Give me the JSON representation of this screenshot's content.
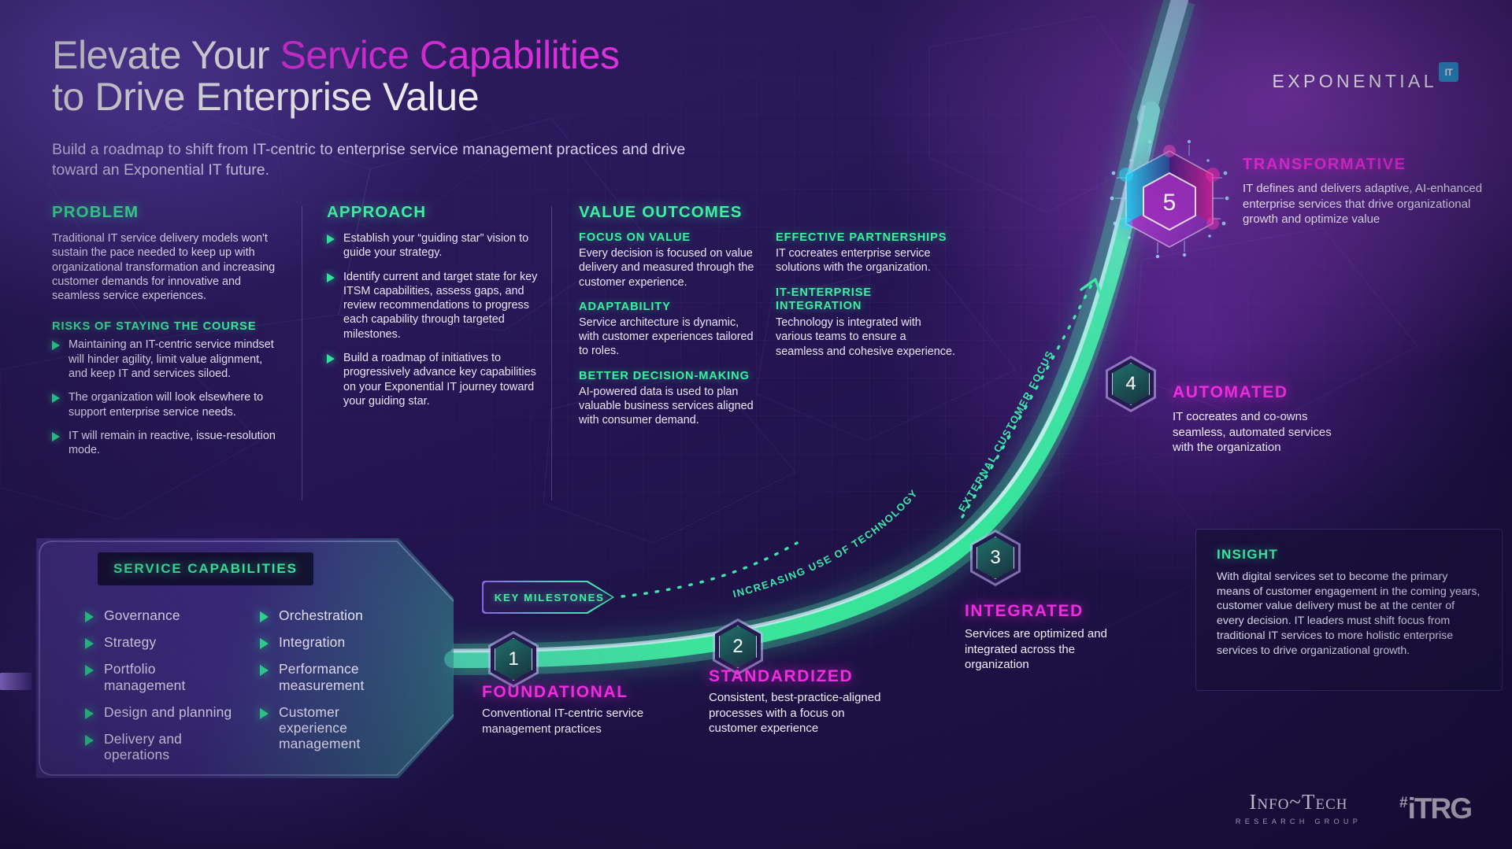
{
  "header": {
    "title_part1": "Elevate Your ",
    "title_accent": "Service Capabilities",
    "title_part2": "to Drive Enterprise Value",
    "subtitle": "Build a roadmap to shift from IT-centric to enterprise service management practices and drive toward an Exponential IT future.",
    "logo_word": "EXPONENTIAL",
    "logo_chip": "IT"
  },
  "problem": {
    "heading": "PROBLEM",
    "body": "Traditional IT service delivery models won't sustain the pace needed to keep up with organizational transformation and increasing customer demands for innovative and seamless service experiences.",
    "risks_heading": "RISKS OF STAYING THE COURSE",
    "risks": [
      "Maintaining an IT-centric service mindset will hinder agility, limit value alignment, and keep IT and services siloed.",
      "The organization will look elsewhere to support enterprise service needs.",
      "IT will remain in reactive, issue-resolution mode."
    ]
  },
  "approach": {
    "heading": "APPROACH",
    "items": [
      "Establish your “guiding star” vision to guide your strategy.",
      "Identify current and target state for key ITSM capabilities, assess gaps, and review recommendations to progress each capability through targeted milestones.",
      "Build a roadmap of initiatives to progressively advance key capabilities on your Exponential IT journey toward your guiding star."
    ]
  },
  "value_outcomes": {
    "heading": "VALUE OUTCOMES",
    "left": [
      {
        "title": "FOCUS ON VALUE",
        "body": "Every decision is focused on value delivery and measured through the customer experience."
      },
      {
        "title": "ADAPTABILITY",
        "body": "Service architecture is dynamic, with customer experiences tailored to roles."
      },
      {
        "title": "BETTER DECISION-MAKING",
        "body": "AI-powered data is used to plan valuable business services aligned with consumer demand."
      }
    ],
    "right": [
      {
        "title": "EFFECTIVE PARTNERSHIPS",
        "body": "IT cocreates enterprise service solutions with the organization."
      },
      {
        "title": "IT-ENTERPRISE INTEGRATION",
        "body": "Technology is integrated with various teams to ensure a seamless and cohesive experience."
      }
    ]
  },
  "service_capabilities": {
    "badge": "SERVICE CAPABILITIES",
    "col1": [
      "Governance",
      "Strategy",
      "Portfolio management",
      "Design and planning",
      "Delivery and operations"
    ],
    "col2": [
      "Orchestration",
      "Integration",
      "Performance measurement",
      "Customer experience management"
    ]
  },
  "key_milestones_tag": "KEY MILESTONES",
  "curve_annotations": {
    "technology": "INCREASING USE OF TECHNOLOGY",
    "customer": "EXTERNAL CUSTOMER FOCUS"
  },
  "milestones": [
    {
      "number": "1",
      "label": "FOUNDATIONAL",
      "desc": "Conventional IT-centric service management practices"
    },
    {
      "number": "2",
      "label": "STANDARDIZED",
      "desc": "Consistent, best-practice-aligned processes with a focus on customer experience"
    },
    {
      "number": "3",
      "label": "INTEGRATED",
      "desc": "Services are optimized and integrated across the organization"
    },
    {
      "number": "4",
      "label": "AUTOMATED",
      "desc": "IT cocreates and co-owns seamless, automated services with the organization"
    },
    {
      "number": "5",
      "label": "TRANSFORMATIVE",
      "desc": "IT defines and delivers adaptive, AI-enhanced enterprise services that drive organizational growth and optimize value"
    }
  ],
  "insight": {
    "heading": "INSIGHT",
    "body": "With digital services set to become the primary means of customer engagement in the coming years, customer value delivery must be at the center of every decision. IT leaders must shift focus from traditional IT services to more holistic enterprise services to drive organizational growth."
  },
  "footer": {
    "logo_infotech_l1": "Info~Tech",
    "logo_infotech_l2": "RESEARCH GROUP",
    "logo_hash": "#",
    "logo_itrg": "iTRG"
  },
  "colors": {
    "accent_pink": "#e832e8",
    "accent_green": "#3cf0a0",
    "milestone_pink": "#f02ce0",
    "bg_deep": "#1b1040"
  }
}
